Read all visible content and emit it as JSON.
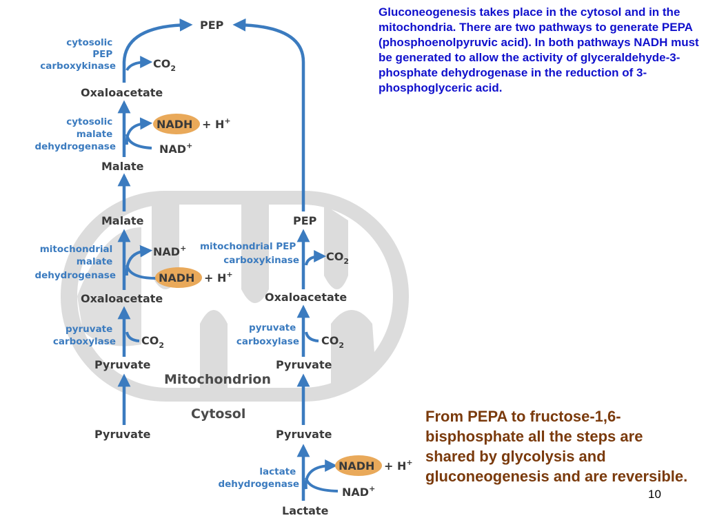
{
  "notes": {
    "top": "Gluconeogenesis takes place in the cytosol and in the mitochondria. There are two pathways to generate PEPA (phosphoenolpyruvic acid).  In both pathways NADH must be generated to allow the activity of glyceraldehyde-3-phosphate dehydrogenase in the reduction of 3-phosphoglyceric acid.",
    "bottom": "From PEPA to fructose-1,6-bisphosphate all the steps are shared by glycolysis and gluconeogenesis and are reversible.",
    "page_number": "10"
  },
  "compartments": {
    "mitochondrion": "Mitochondrion",
    "cytosol": "Cytosol"
  },
  "metabolites": {
    "pep_top": "PEP",
    "oxaloacetate_cyto": "Oxaloacetate",
    "malate_cyto": "Malate",
    "malate_mito": "Malate",
    "oxaloacetate_mito_left": "Oxaloacetate",
    "pyruvate_mito_left": "Pyruvate",
    "pyruvate_cyto_left": "Pyruvate",
    "pep_mito": "PEP",
    "oxaloacetate_mito_right": "Oxaloacetate",
    "pyruvate_mito_right": "Pyruvate",
    "pyruvate_cyto_right": "Pyruvate",
    "lactate": "Lactate"
  },
  "enzymes": {
    "cyto_pepck": [
      "cytosolic",
      "PEP",
      "carboxykinase"
    ],
    "cyto_mdh": [
      "cytosolic",
      "malate",
      "dehydrogenase"
    ],
    "mito_mdh": [
      "mitochondrial",
      "malate",
      "dehydrogenase"
    ],
    "pc_left": [
      "pyruvate",
      "carboxylase"
    ],
    "mito_pepck": [
      "mitochondrial PEP",
      "carboxykinase"
    ],
    "pc_right": [
      "pyruvate",
      "carboxylase"
    ],
    "ldh": [
      "lactate",
      "dehydrogenase"
    ]
  },
  "cofactors": {
    "co2": "CO",
    "co2_sub": "2",
    "nadh": "NADH",
    "nad": "NAD",
    "nad_sup": "+",
    "plus_h": "+ H",
    "h_sup": "+"
  },
  "colors": {
    "arrow": "#3b7bbf",
    "nadh_highlight": "#e9a95a",
    "mitochondrion": "#dcdcdc",
    "top_note": "#1010cc",
    "bottom_note": "#7a3a0c"
  }
}
